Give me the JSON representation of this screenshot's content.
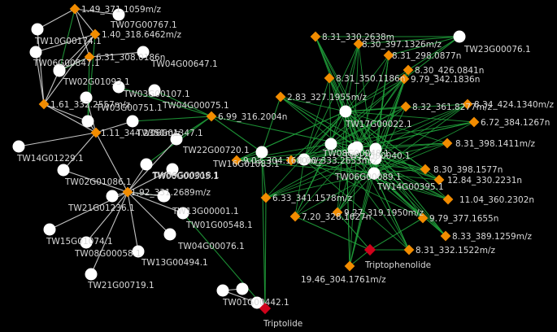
{
  "network": {
    "compounds": [
      {
        "id": "c1",
        "label": "1.49_371.1059m/z"
      },
      {
        "id": "c2",
        "label": "1.40_318.6462m/z"
      },
      {
        "id": "c3",
        "label": "6.31_308.0186n"
      },
      {
        "id": "c4",
        "label": "1.61_332.2557m/z"
      },
      {
        "id": "c5",
        "label": "1.11_344.2350m/z"
      },
      {
        "id": "c6",
        "label": "1.92_331.2689m/z"
      },
      {
        "id": "c7",
        "label": "6.99_316.2004n"
      },
      {
        "id": "c8",
        "label": "8.31_330.2638m"
      },
      {
        "id": "c9",
        "label": "8.30_397.1326m/z"
      },
      {
        "id": "c10",
        "label": "8.31_298.0877n"
      },
      {
        "id": "c11",
        "label": "8.31_350.1186n"
      },
      {
        "id": "c12",
        "label": "8.30_426.0841n"
      },
      {
        "id": "c13",
        "label": "9.79_342.1836n"
      },
      {
        "id": "c14",
        "label": "2.83_327.1955m/z"
      },
      {
        "id": "c15",
        "label": "8.32_361.8277m/z"
      },
      {
        "id": "c16",
        "label": "8.34_424.1340m/z"
      },
      {
        "id": "c17",
        "label": "6.72_384.1267n"
      },
      {
        "id": "c18",
        "label": "8.31_398.1411m/z"
      },
      {
        "id": "c19",
        "label": "8.30_398.1577n"
      },
      {
        "id": "c20",
        "label": "12.84_330.2231n"
      },
      {
        "id": "c21",
        "label": "11.04_360.2302n"
      },
      {
        "id": "c22",
        "label": "6.33_341.1578m/z"
      },
      {
        "id": "c23",
        "label": "7.20_328.1627n"
      },
      {
        "id": "c24",
        "label": "9.27_319.1950m/z"
      },
      {
        "id": "c25",
        "label": "9.79_377.1655n"
      },
      {
        "id": "c26",
        "label": "8.33_389.1259m/z"
      },
      {
        "id": "c27",
        "label": "8.31_332.1522m/z"
      },
      {
        "id": "c28",
        "label": "19.46_304.1761m/z"
      },
      {
        "id": "c29",
        "label": "9.03_304.1680m/z"
      },
      {
        "id": "c30",
        "label": "8.00_333.2653m/z"
      }
    ],
    "genes": [
      {
        "id": "g1",
        "label": "TW07G00767.1"
      },
      {
        "id": "g2",
        "label": "TW10G00174.1"
      },
      {
        "id": "g3",
        "label": "TW06G00847.1"
      },
      {
        "id": "g4",
        "label": "TW04G00647.1"
      },
      {
        "id": "g5",
        "label": "TW02G01093.1"
      },
      {
        "id": "g6",
        "label": "TW03G00107.1"
      },
      {
        "id": "g7",
        "label": "TW04G00075.1"
      },
      {
        "id": "g8",
        "label": "TW03G00751.1"
      },
      {
        "id": "g9",
        "label": "TW06G01347.1"
      },
      {
        "id": "g10",
        "label": "TW14G01229.1"
      },
      {
        "id": "g11",
        "label": "TW22G00720.1"
      },
      {
        "id": "g12",
        "label": "TW09G00018.1"
      },
      {
        "id": "g13",
        "label": "TW06G00305.1"
      },
      {
        "id": "g14",
        "label": "TW02G01086.1"
      },
      {
        "id": "g15",
        "label": "TW21G01236.1"
      },
      {
        "id": "g16",
        "label": "TW13G00001.1"
      },
      {
        "id": "g17",
        "label": "TW01G00548.1"
      },
      {
        "id": "g18",
        "label": "TW04G00076.1"
      },
      {
        "id": "g19",
        "label": "TW15G01074.1"
      },
      {
        "id": "g20",
        "label": "TW08G00058.1"
      },
      {
        "id": "g21",
        "label": "TW13G00494.1"
      },
      {
        "id": "g22",
        "label": "TW21G00719.1"
      },
      {
        "id": "g23",
        "label": "TW01G00442.1"
      },
      {
        "id": "g24",
        "label": "TW23G00076.1"
      },
      {
        "id": "g25",
        "label": "TW17G00022.1"
      },
      {
        "id": "g26",
        "label": "TW06G00089.1"
      },
      {
        "id": "g27",
        "label": "TW14G00395.1"
      },
      {
        "id": "g28",
        "label": "TW08G00048.1"
      },
      {
        "id": "g29",
        "label": "TW16G01083.1"
      },
      {
        "id": "g30",
        "label": "TW12G00040.1"
      },
      {
        "id": "g31",
        "label": ""
      },
      {
        "id": "g32",
        "label": ""
      },
      {
        "id": "g33",
        "label": ""
      },
      {
        "id": "g34",
        "label": ""
      },
      {
        "id": "g35",
        "label": ""
      },
      {
        "id": "g36",
        "label": ""
      },
      {
        "id": "g37",
        "label": ""
      },
      {
        "id": "g38",
        "label": ""
      }
    ],
    "products": [
      {
        "id": "p1",
        "label": "Triptolide"
      },
      {
        "id": "p2",
        "label": "Triptophenolide"
      }
    ],
    "edges_white": [
      [
        "c1",
        "g1"
      ],
      [
        "c1",
        "g2"
      ],
      [
        "c1",
        "c2"
      ],
      [
        "c1",
        "c3"
      ],
      [
        "c2",
        "g3"
      ],
      [
        "c2",
        "g31"
      ],
      [
        "c2",
        "c4"
      ],
      [
        "c3",
        "g4"
      ],
      [
        "c3",
        "g5"
      ],
      [
        "c4",
        "g2"
      ],
      [
        "c4",
        "g3"
      ],
      [
        "c4",
        "g5"
      ],
      [
        "c4",
        "g32"
      ],
      [
        "c4",
        "c5"
      ],
      [
        "c5",
        "g8"
      ],
      [
        "c5",
        "g9"
      ],
      [
        "c5",
        "g10"
      ],
      [
        "c5",
        "g14"
      ],
      [
        "c5",
        "g32"
      ],
      [
        "c5",
        "c6"
      ],
      [
        "c6",
        "g13"
      ],
      [
        "c6",
        "g14"
      ],
      [
        "c6",
        "g15"
      ],
      [
        "c6",
        "g16"
      ],
      [
        "c6",
        "g19"
      ],
      [
        "c6",
        "g20"
      ],
      [
        "c6",
        "g21"
      ],
      [
        "c6",
        "g22"
      ],
      [
        "c6",
        "g33"
      ],
      [
        "c6",
        "g12"
      ],
      [
        "c6",
        "g11"
      ],
      [
        "c6",
        "g17"
      ],
      [
        "c6",
        "g18"
      ],
      [
        "g23",
        "g34"
      ],
      [
        "g23",
        "g35"
      ]
    ],
    "edges_green": [
      [
        "c1",
        "g31"
      ],
      [
        "c2",
        "g32"
      ],
      [
        "c3",
        "g32"
      ],
      [
        "c3",
        "g31"
      ],
      [
        "c7",
        "g6"
      ],
      [
        "c7",
        "g7"
      ],
      [
        "c7",
        "g9"
      ],
      [
        "c7",
        "g11"
      ],
      [
        "c7",
        "g12"
      ],
      [
        "c7",
        "g29"
      ],
      [
        "c12",
        "g24"
      ],
      [
        "c9",
        "g24"
      ],
      [
        "c8",
        "g24"
      ],
      [
        "c10",
        "g24"
      ],
      [
        "c13",
        "g24"
      ],
      [
        "c29",
        "g29"
      ],
      [
        "c29",
        "g36"
      ],
      [
        "c29",
        "g25"
      ],
      [
        "c22",
        "g29"
      ],
      [
        "c22",
        "p1"
      ],
      [
        "g29",
        "p1"
      ],
      [
        "g17",
        "p1"
      ],
      [
        "c28",
        "g25"
      ],
      [
        "c28",
        "p2"
      ],
      [
        "c24",
        "p2"
      ],
      [
        "c23",
        "p2"
      ],
      [
        "c25",
        "p2"
      ],
      [
        "c27",
        "p2"
      ],
      [
        "c26",
        "g26"
      ],
      [
        "c27",
        "g26"
      ],
      [
        "c14",
        "g29"
      ],
      [
        "g36",
        "g25"
      ],
      [
        "g30",
        "c7"
      ],
      [
        "g30",
        "g25"
      ],
      [
        "g16",
        "c6"
      ]
    ],
    "hub_green": {
      "targets": [
        "g25",
        "g26",
        "g27",
        "g28",
        "g30",
        "g36",
        "g37",
        "g38"
      ],
      "sources": [
        "c8",
        "c9",
        "c10",
        "c11",
        "c12",
        "c13",
        "c14",
        "c15",
        "c16",
        "c17",
        "c18",
        "c19",
        "c20",
        "c21",
        "c22",
        "c23",
        "c24",
        "c25",
        "c26",
        "c27",
        "c28",
        "c29",
        "c30"
      ]
    }
  },
  "colors": {
    "background": "#000000",
    "gene_node": "#ffffff",
    "compound_node": "#f28c00",
    "product_node": "#d0021b",
    "edge_green": "#1f9d3a",
    "edge_white": "#d8d8d8",
    "label": "#d9d9d9"
  }
}
